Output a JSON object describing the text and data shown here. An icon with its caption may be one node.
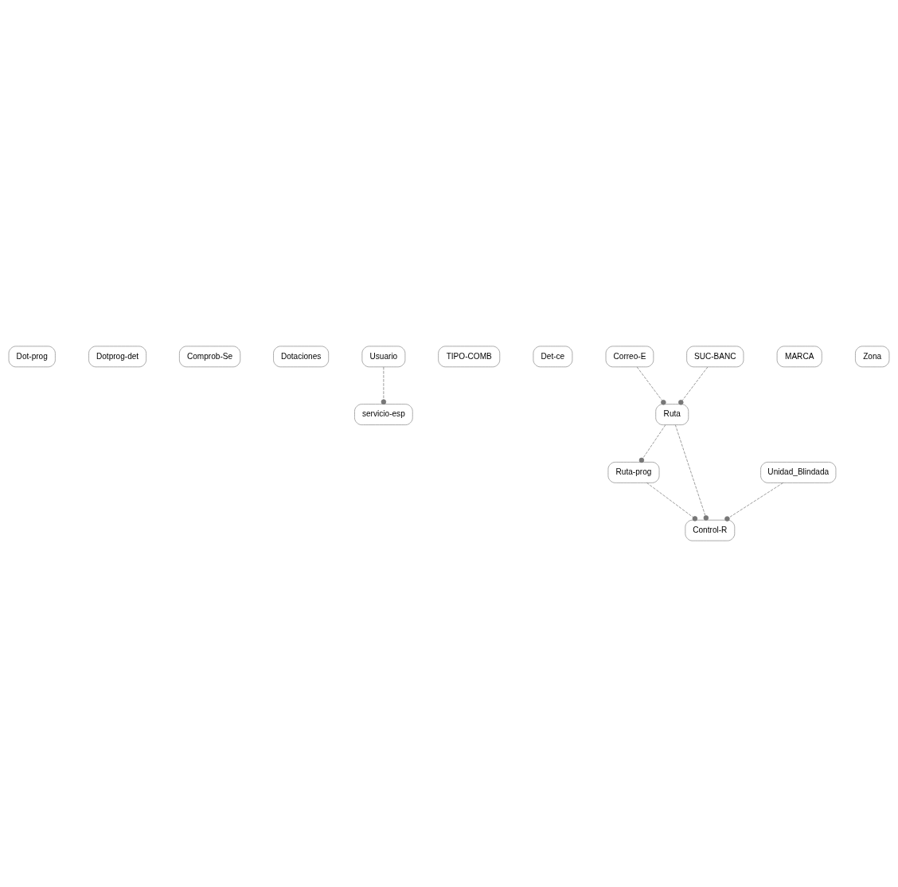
{
  "diagram": {
    "nodes": [
      {
        "text": [
          "Dot-prog"
        ]
      },
      {
        "text": [
          "Dotprog-det"
        ]
      },
      {
        "text": [
          "Comprob-Se"
        ]
      },
      {
        "text": [
          "Dotaciones"
        ]
      },
      {
        "text": [
          "Usuario"
        ]
      },
      {
        "text": [
          "TIPO-COMB"
        ]
      },
      {
        "text": [
          "servicio-esp"
        ]
      },
      {
        "text": [
          "Det-ce"
        ]
      },
      {
        "text": [
          "Correo-E"
        ]
      },
      {
        "text": [
          "Unidad_Blindada"
        ]
      },
      {
        "text": [
          "Ruta"
        ]
      },
      {
        "text": [
          "SUC-BANC"
        ]
      },
      {
        "text": [
          "MARCA"
        ]
      },
      {
        "text": [
          "Ruta-prog"
        ]
      },
      {
        "text": [
          "Control-R"
        ]
      },
      {
        "text": [
          "Zona"
        ]
      }
    ],
    "edges": [
      {
        "from": 4,
        "to": 6,
        "arrow": "other",
        "style": "dashed"
      },
      {
        "from": 11,
        "to": 10,
        "arrow": "other",
        "style": "dashed"
      },
      {
        "from": 8,
        "to": 10,
        "arrow": "other",
        "style": "dashed"
      },
      {
        "from": 10,
        "to": 13,
        "arrow": "other",
        "style": "dashed"
      },
      {
        "from": 10,
        "to": 14,
        "arrow": "other",
        "style": "dashed"
      },
      {
        "from": 9,
        "to": 14,
        "arrow": "other",
        "style": "dashed"
      },
      {
        "from": 13,
        "to": 14,
        "arrow": "other",
        "style": "dashed"
      }
    ]
  }
}
